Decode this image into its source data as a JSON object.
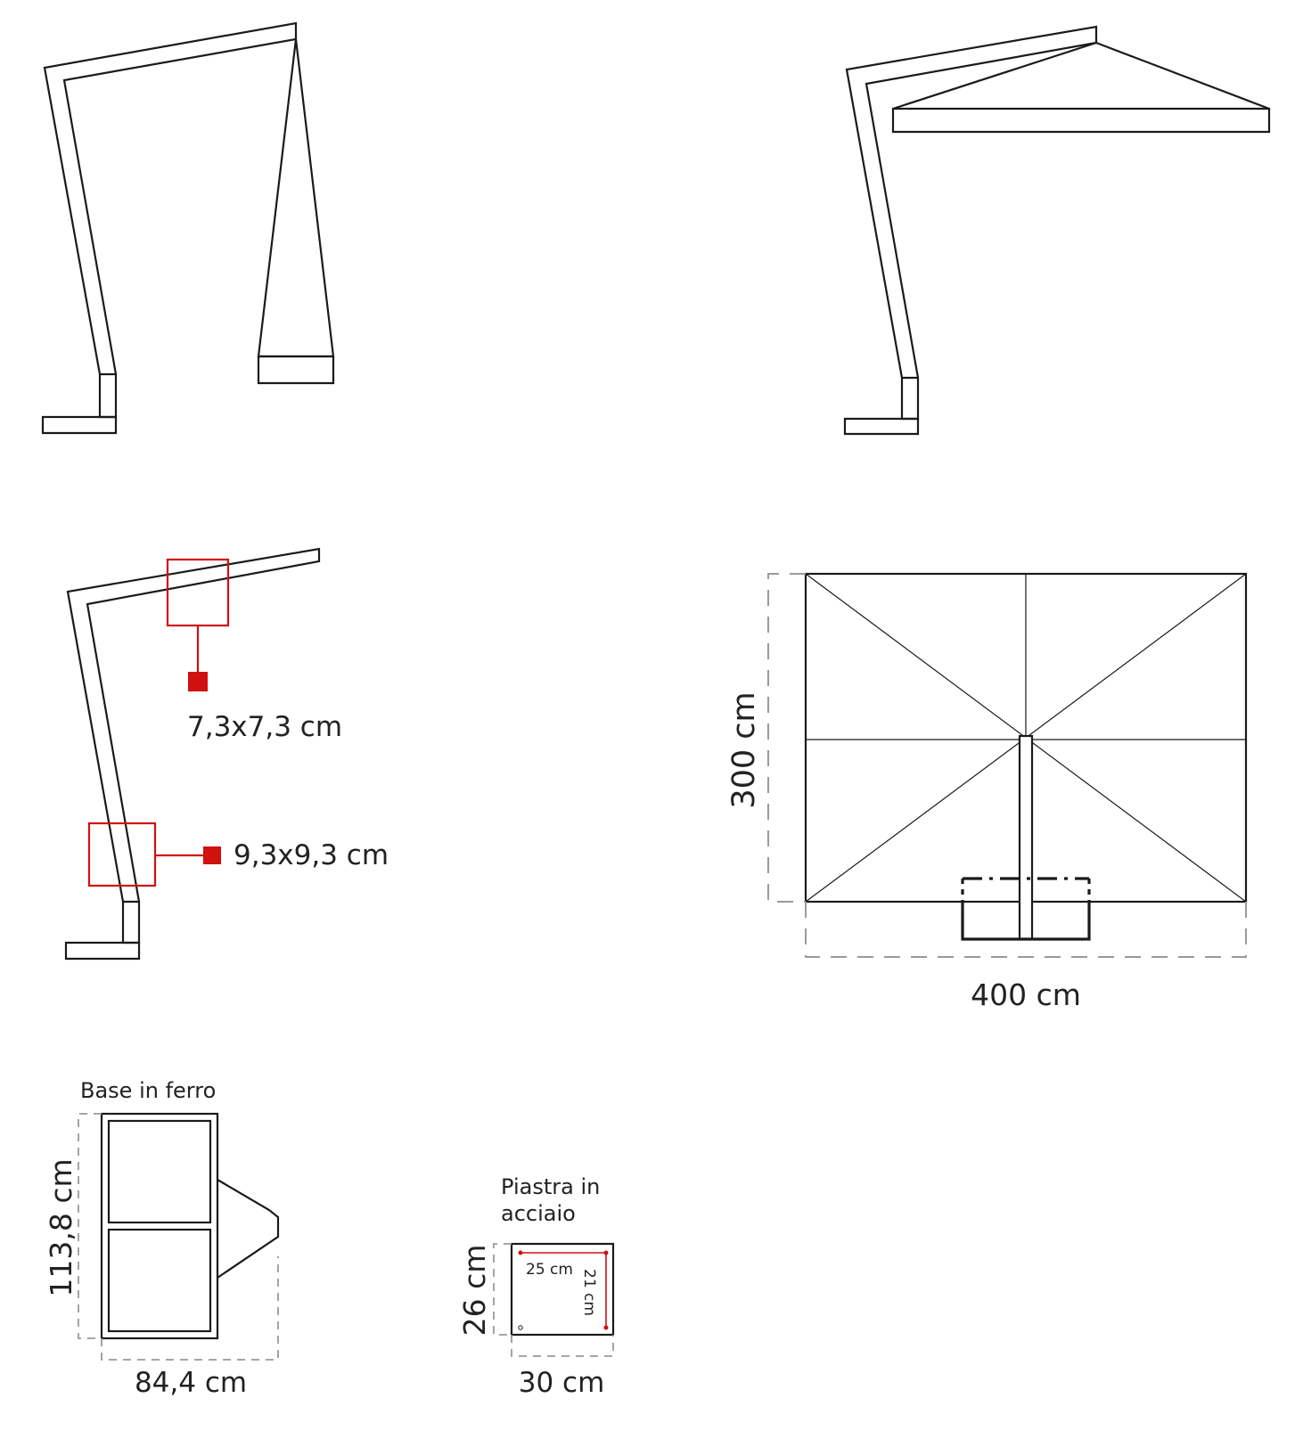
{
  "labels": {
    "beam_section": "7,3x7,3 cm",
    "pole_section": "9,3x9,3 cm",
    "canopy_height": "300 cm",
    "canopy_width": "400 cm",
    "base_title": "Base in ferro",
    "base_height": "113,8 cm",
    "base_width": "84,4 cm",
    "plate_title_line1": "Piastra in",
    "plate_title_line2": "acciaio",
    "plate_height": "26 cm",
    "plate_width": "30 cm",
    "plate_inner_width": "25 cm",
    "plate_inner_height": "21 cm"
  },
  "colors": {
    "line": "#1a1a1a",
    "accent": "#d11010",
    "dimension": "#9a9a9a"
  }
}
